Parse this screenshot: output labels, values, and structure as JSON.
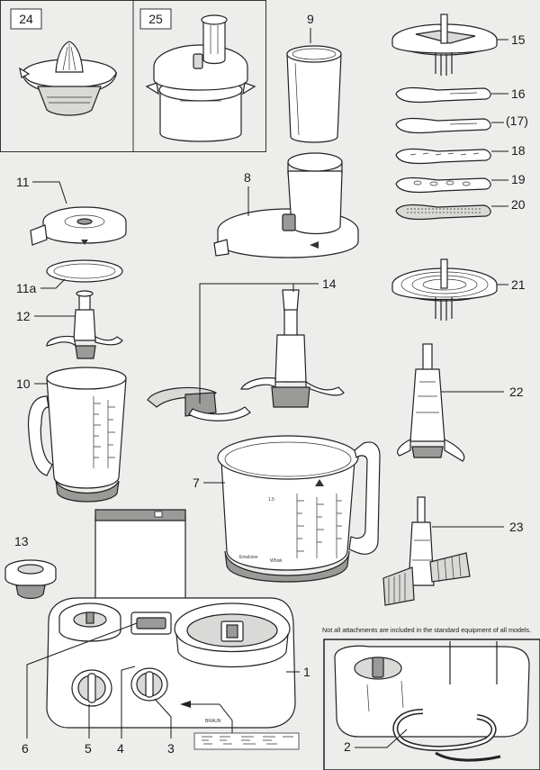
{
  "labels": {
    "p24": "24",
    "p25": "25",
    "p9": "9",
    "p15": "15",
    "p16": "16",
    "p17": "(17)",
    "p18": "18",
    "p19": "19",
    "p20": "20",
    "p11": "11",
    "p11a": "11a",
    "p8": "8",
    "p12": "12",
    "p14": "14",
    "p21": "21",
    "p10": "10",
    "p22": "22",
    "p7": "7",
    "p13": "13",
    "p23": "23",
    "p1": "1",
    "p6": "6",
    "p5": "5",
    "p4": "4",
    "p3": "3",
    "p2": "2"
  },
  "note": "Not all attachments are included in the standard equipment of all models.",
  "brand": "BRAUN",
  "bowl_marks": [
    "1.5",
    "Emulsion",
    "Whisk"
  ]
}
